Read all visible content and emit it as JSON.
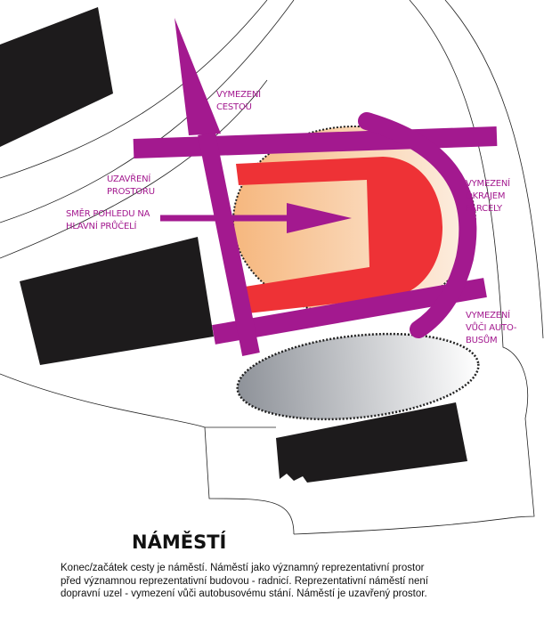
{
  "colors": {
    "purple": "#a3198f",
    "red": "#ee3236",
    "peach": "#f6b77e",
    "black": "#1d1b1c",
    "grey": "#9da0a6"
  },
  "labels": {
    "vymezeni_cestou": [
      "VYMEZENÍ",
      "CESTOU"
    ],
    "uzavreni_prostoru": [
      "UZAVŘENÍ",
      "PROSTORU"
    ],
    "smer_pohledu": [
      "SMĚR POHLEDU NA",
      "HLAVNÍ PRŮČELÍ"
    ],
    "vymezeni_okrajem": [
      "VYMEZENÍ",
      "OKRAJEM",
      "PARCELY"
    ],
    "vymezeni_autobusum": [
      "VYMEZENÍ",
      "VŮČI AUTO-",
      "BUSŮM"
    ]
  },
  "title": "NÁMĚSTÍ",
  "description": "Konec/začátek cesty je náměstí. Náměstí jako významný reprezentativní prostor před významnou reprezentativní budovou - radnicí. Reprezentativní náměstí není dopravní uzel - vymezení vůči autobusovému stání. Náměstí je uzavřený prostor."
}
